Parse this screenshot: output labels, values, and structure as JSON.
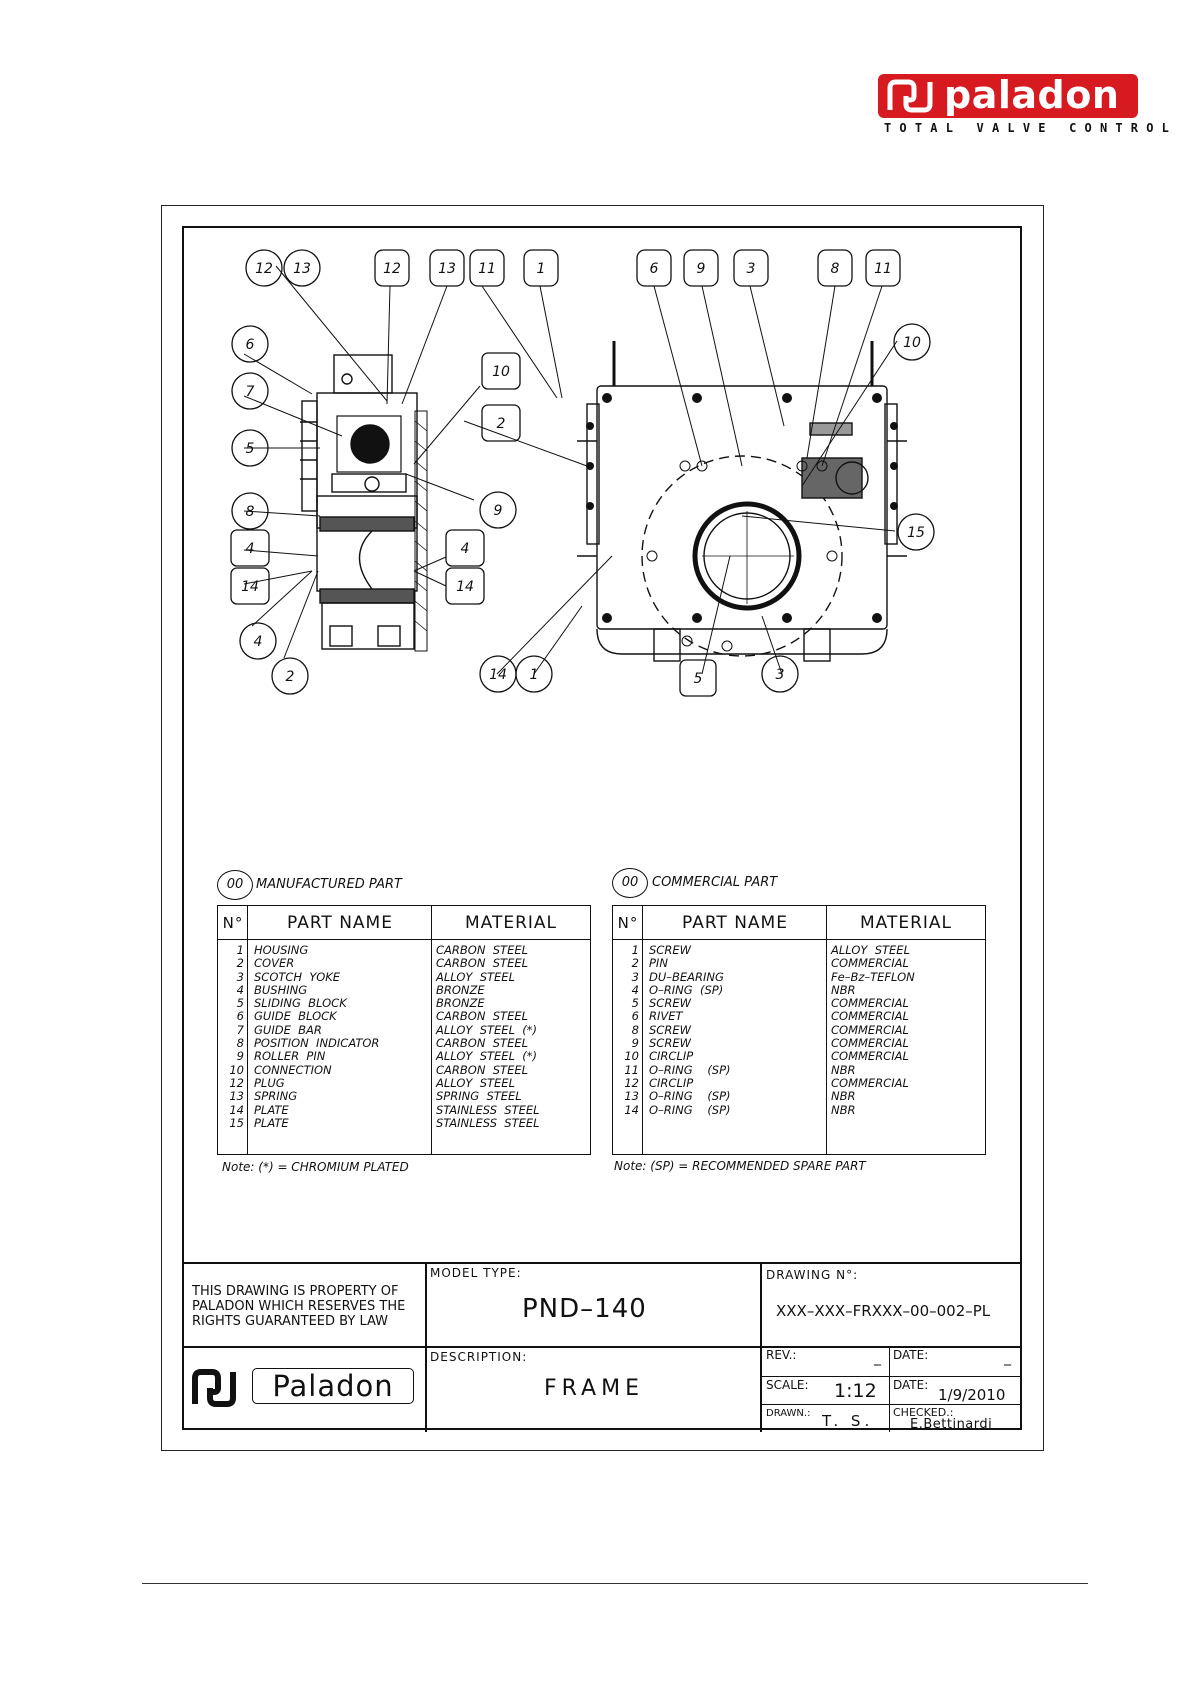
{
  "logo": {
    "brand": "paladon",
    "tagline": "TOTAL VALVE CONTROL",
    "brand_color": "#d71920"
  },
  "drawing": {
    "balloons_side": [
      "12",
      "13",
      "12",
      "13",
      "11",
      "1",
      "6",
      "7",
      "5",
      "8",
      "4",
      "14",
      "4",
      "2",
      "10",
      "2",
      "9",
      "4",
      "14"
    ],
    "balloons_front": [
      "6",
      "9",
      "3",
      "8",
      "11",
      "10",
      "15",
      "14",
      "1",
      "5",
      "3"
    ]
  },
  "manufactured": {
    "badge": "00",
    "caption": "MANUFACTURED PART",
    "headers": {
      "no": "N°",
      "name": "PART  NAME",
      "material": "MATERIAL"
    },
    "rows": [
      {
        "no": "1",
        "name": "HOUSING",
        "material": "CARBON  STEEL"
      },
      {
        "no": "2",
        "name": "COVER",
        "material": "CARBON  STEEL"
      },
      {
        "no": "3",
        "name": "SCOTCH  YOKE",
        "material": "ALLOY  STEEL"
      },
      {
        "no": "4",
        "name": "BUSHING",
        "material": "BRONZE"
      },
      {
        "no": "5",
        "name": "SLIDING  BLOCK",
        "material": "BRONZE"
      },
      {
        "no": "6",
        "name": "GUIDE  BLOCK",
        "material": "CARBON  STEEL"
      },
      {
        "no": "7",
        "name": "GUIDE  BAR",
        "material": "ALLOY  STEEL  (*)"
      },
      {
        "no": "8",
        "name": "POSITION  INDICATOR",
        "material": "CARBON  STEEL"
      },
      {
        "no": "9",
        "name": "ROLLER  PIN",
        "material": "ALLOY  STEEL  (*)"
      },
      {
        "no": "10",
        "name": "CONNECTION",
        "material": "CARBON  STEEL"
      },
      {
        "no": "12",
        "name": "PLUG",
        "material": "ALLOY  STEEL"
      },
      {
        "no": "13",
        "name": "SPRING",
        "material": "SPRING  STEEL"
      },
      {
        "no": "14",
        "name": "PLATE",
        "material": "STAINLESS  STEEL"
      },
      {
        "no": "15",
        "name": "PLATE",
        "material": "STAINLESS  STEEL"
      }
    ],
    "note": "Note:  (*)  =  CHROMIUM  PLATED"
  },
  "commercial": {
    "badge": "00",
    "caption": "COMMERCIAL  PART",
    "headers": {
      "no": "N°",
      "name": "PART  NAME",
      "material": "MATERIAL"
    },
    "rows": [
      {
        "no": "1",
        "name": "SCREW",
        "material": "ALLOY  STEEL"
      },
      {
        "no": "2",
        "name": "PIN",
        "material": "COMMERCIAL"
      },
      {
        "no": "3",
        "name": "DU–BEARING",
        "material": "Fe–Bz–TEFLON"
      },
      {
        "no": "4",
        "name": "O–RING  (SP)",
        "material": "NBR"
      },
      {
        "no": "5",
        "name": "SCREW",
        "material": "COMMERCIAL"
      },
      {
        "no": "6",
        "name": "RIVET",
        "material": "COMMERCIAL"
      },
      {
        "no": "8",
        "name": "SCREW",
        "material": "COMMERCIAL"
      },
      {
        "no": "9",
        "name": "SCREW",
        "material": "COMMERCIAL"
      },
      {
        "no": "10",
        "name": "CIRCLIP",
        "material": "COMMERCIAL"
      },
      {
        "no": "11",
        "name": "O–RING    (SP)",
        "material": "NBR"
      },
      {
        "no": "12",
        "name": "CIRCLIP",
        "material": "COMMERCIAL"
      },
      {
        "no": "13",
        "name": "O–RING    (SP)",
        "material": "NBR"
      },
      {
        "no": "14",
        "name": "O–RING    (SP)",
        "material": "NBR"
      }
    ],
    "note": "Note:  (SP)  =  RECOMMENDED  SPARE  PART"
  },
  "title_block": {
    "property_text": [
      "THIS DRAWING IS PROPERTY OF",
      "PALADON WHICH RESERVES THE",
      "RIGHTS GUARANTEED BY LAW"
    ],
    "model_type_label": "MODEL  TYPE:",
    "model_type": "PND–140",
    "drawing_no_label": "DRAWING  N°:",
    "drawing_no": "XXX–XXX–FRXXX–00–002–PL",
    "description_label": "DESCRIPTION:",
    "description": "FRAME",
    "rev_label": "REV.:",
    "rev": "_",
    "date_label_1": "DATE:",
    "date_1": "_",
    "scale_label": "SCALE:",
    "scale": "1:12",
    "date_label_2": "DATE:",
    "date_2": "1/9/2010",
    "drawn_label": "DRAWN.:",
    "drawn": "T. S.",
    "checked_label": "CHECKED.:",
    "checked": "E.Bettinardi",
    "company": "Paladon"
  }
}
